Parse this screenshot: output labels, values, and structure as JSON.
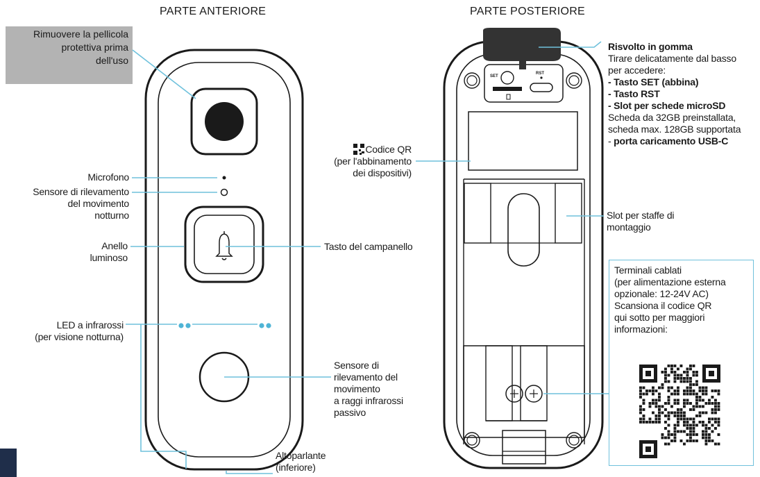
{
  "front": {
    "title": "PARTE ANTERIORE",
    "warning": [
      "Rimuovere la pellicola",
      "protettiva prima",
      "dell'uso"
    ],
    "microphone": "Microfono",
    "night_sensor": [
      "Sensore di rilevamento",
      "del movimento",
      "notturno"
    ],
    "light_ring": [
      "Anello",
      "luminoso"
    ],
    "bell_button": "Tasto del campanello",
    "ir_led": [
      "LED a infrarossi",
      "(per visione notturna)"
    ],
    "pir_sensor": [
      "Sensore di",
      "rilevamento del",
      "movimento",
      "a raggi infrarossi",
      "passivo"
    ],
    "speaker": [
      "Altoparlante",
      "(inferiore)"
    ]
  },
  "back": {
    "title": "PARTE POSTERIORE",
    "rubber_flap": {
      "title": "Risvolto in gomma",
      "lines": [
        "Tirare delicatamente dal basso",
        "per accedere:"
      ],
      "set_button": "- Tasto SET (abbina)",
      "rst_button": "- Tasto RST",
      "sd_slot": "- Slot per schede microSD",
      "sd_info": [
        "Scheda da 32GB preinstallata,",
        "scheda max. 128GB supportata"
      ],
      "usb_prefix": "- ",
      "usb": "porta caricamento USB-C"
    },
    "qr_code": [
      "Codice QR",
      "(per l'abbinamento",
      "dei dispositivi)"
    ],
    "bracket_slot": [
      "Slot per staffe di",
      "montaggio"
    ],
    "terminals": [
      "Terminali cablati",
      "(per alimentazione esterna",
      "opzionale: 12-24V AC)",
      "Scansiona il codice QR",
      "qui sotto per maggiori",
      "informazioni:"
    ],
    "label_set": "SET",
    "label_rst": "RST"
  },
  "colors": {
    "leader": "#6fc1dc",
    "device_outline": "#1a1a1a",
    "flap": "#333333",
    "warning_bg": "#b3b3b3"
  }
}
